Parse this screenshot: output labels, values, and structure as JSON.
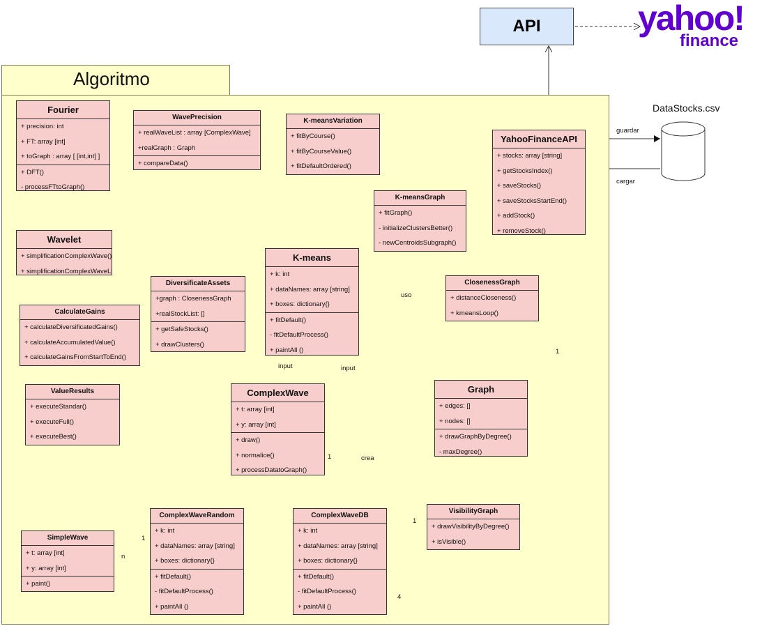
{
  "package": {
    "title": "Algoritmo"
  },
  "api": {
    "label": "API"
  },
  "yahoo": {
    "main": "yahoo!",
    "sub": "finance"
  },
  "datastore": {
    "title": "DataStocks.csv"
  },
  "classes": {
    "fourier": {
      "name": "Fourier",
      "attrs": [
        "+ precision: int",
        "+ FT: array [int]",
        "+ toGraph : array [ [int,int] ]"
      ],
      "methods": [
        "+ DFT()",
        "- processFTtoGraph()"
      ]
    },
    "wavePrecision": {
      "name": "WavePrecision",
      "attrs": [
        "+ realWaveList : array [ComplexWave]",
        "+realGraph : Graph"
      ],
      "methods": [
        "+ compareData()"
      ]
    },
    "kmeansVariation": {
      "name": "K-meansVariation",
      "methods": [
        "+ fitByCourse()",
        "+ fitByCourseValue()",
        "+ fitDefaultOrdered()"
      ]
    },
    "yahooFinanceAPI": {
      "name": "YahooFinanceAPI",
      "methods": [
        "+ stocks: array [string]",
        "+ getStocksIndex()",
        "+ saveStocks()",
        "+ saveStocksStartEnd()",
        "+ addStock()",
        "+ removeStock()"
      ]
    },
    "kmeansGraph": {
      "name": "K-meansGraph",
      "methods": [
        "+ fitGraph()",
        "- initializeClustersBetter()",
        "- newCentroidsSubgraph()"
      ]
    },
    "wavelet": {
      "name": "Wavelet",
      "methods": [
        "+ simplificationComplexWave()",
        "+ simplificationComplexWaveList()"
      ]
    },
    "kmeans": {
      "name": "K-means",
      "attrs": [
        "+ k: int",
        "+ dataNames: array [string]",
        "+ boxes: dictionary{}"
      ],
      "methods": [
        "+ fitDefault()",
        "- fitDefaultProcess()",
        "+ paintAll ()"
      ]
    },
    "diversificateAssets": {
      "name": "DiversificateAssets",
      "attrs": [
        "+graph : ClosenessGraph",
        "+realStockList: []"
      ],
      "methods": [
        "+ getSafeStocks()",
        "+ drawClusters()"
      ]
    },
    "closenessGraph": {
      "name": "ClosenessGraph",
      "methods": [
        "+ distanceCloseness()",
        "+ kmeansLoop()"
      ]
    },
    "calculateGains": {
      "name": "CalculateGains",
      "methods": [
        "+ calculateDiversificatedGains()",
        "+ calculateAccumulatedValue()",
        "+ calculateGainsFromStartToEnd()"
      ]
    },
    "valueResults": {
      "name": "ValueResults",
      "methods": [
        "+ executeStandar()",
        "+ executeFull()",
        "+ executeBest()"
      ]
    },
    "complexWave": {
      "name": "ComplexWave",
      "attrs": [
        "+ t: array [int]",
        "+ y: array [int]"
      ],
      "methods": [
        "+ draw()",
        "+ normalice()",
        "+ processDatatoGraph()"
      ]
    },
    "graph": {
      "name": "Graph",
      "attrs": [
        "+ edges: []",
        "+ nodes: []"
      ],
      "methods": [
        "+ drawGraphByDegree()",
        "- maxDegree()"
      ]
    },
    "visibilityGraph": {
      "name": "VisibilityGraph",
      "methods": [
        "+ drawVisibilityByDegree()",
        "+ isVisible()"
      ]
    },
    "complexWaveRandom": {
      "name": "ComplexWaveRandom",
      "attrs": [
        "+ k: int",
        "+ dataNames: array [string]",
        "+ boxes: dictionary{}"
      ],
      "methods": [
        "+ fitDefault()",
        "- fitDefaultProcess()",
        "+ paintAll ()"
      ]
    },
    "complexWaveDB": {
      "name": "ComplexWaveDB",
      "attrs": [
        "+ k: int",
        "+ dataNames: array [string]",
        "+ boxes: dictionary{}"
      ],
      "methods": [
        "+ fitDefault()",
        "- fitDefaultProcess()",
        "+ paintAll ()"
      ]
    },
    "simpleWave": {
      "name": "SimpleWave",
      "attrs": [
        "+ t: array [int]",
        "+ y: array [int]"
      ],
      "methods": [
        "+ paint()"
      ]
    }
  },
  "edge_labels": {
    "guardar": "guardar",
    "cargar": "cargar",
    "uso": "uso",
    "input_a": "input",
    "input_b": "input",
    "crea": "crea",
    "mult_1_crea": "1",
    "mult_1_visibility": "1",
    "mult_1_api": "1",
    "mult_4": "4",
    "mult_n": "n",
    "mult_1_random": "1"
  },
  "colors": {
    "class_fill": "#f8cecc",
    "package_fill": "#ffffcc",
    "api_fill": "#dae8fc",
    "yahoo": "#6001d2"
  }
}
